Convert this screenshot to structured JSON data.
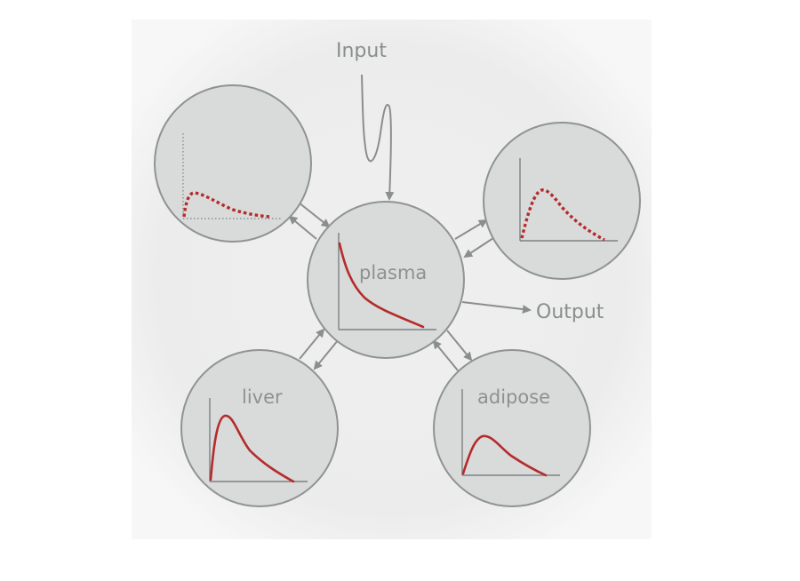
{
  "diagram": {
    "input_label": "Input",
    "output_label": "Output",
    "nodes": {
      "plasma": {
        "label": "plasma"
      },
      "liver": {
        "label": "liver"
      },
      "adipose": {
        "label": "adipose"
      },
      "unlabeled_top_left": {
        "label": ""
      },
      "unlabeled_top_right": {
        "label": ""
      }
    }
  },
  "colors": {
    "background_panel": "#eeeeee",
    "node_fill": "#d9dada",
    "node_stroke": "#8f9393",
    "curve": "#b52b2b",
    "arrow": "#8a8e8f",
    "text": "#8e9192"
  }
}
